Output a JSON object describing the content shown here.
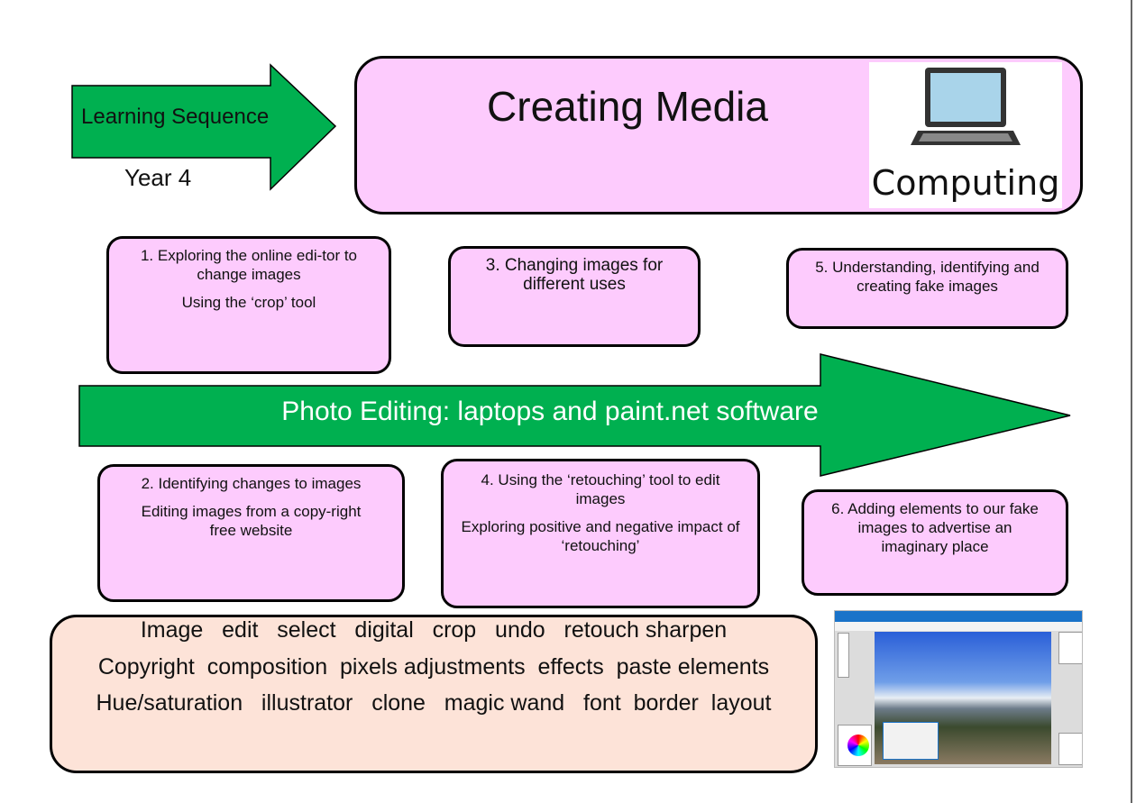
{
  "header": {
    "arrow_label": "Learning Sequence",
    "year": "Year 4",
    "title": "Creating Media",
    "logo_text": "Computing",
    "logo_icon": "laptop-icon"
  },
  "colors": {
    "green": "#00b050",
    "pink": "#fdcbfd",
    "peach": "#fde3d8"
  },
  "main_arrow": {
    "label": "Photo Editing: laptops and paint.net software"
  },
  "lessons": [
    {
      "lines": [
        "1.     Exploring the online     edi-tor to change images",
        "Using the ‘crop’ tool"
      ]
    },
    {
      "lines": [
        "2. Identifying changes to images",
        "Editing images from a copy-right free website"
      ]
    },
    {
      "lines": [
        "3. Changing images for different uses"
      ]
    },
    {
      "lines": [
        "4. Using the ‘retouching’ tool to edit images",
        "Exploring positive and negative impact of ‘retouching’"
      ]
    },
    {
      "lines": [
        "5. Understanding, identifying and creating fake images"
      ]
    },
    {
      "lines": [
        "6. Adding elements to our fake images to advertise an imaginary place"
      ]
    }
  ],
  "vocabulary": {
    "rows": [
      "Image   edit   select   digital   crop   undo   retouch sharpen",
      "Copyright  composition  pixels adjustments  effects  paste elements",
      "Hue/saturation   illustrator   clone   magic wand   font  border  layout"
    ]
  },
  "screenshot": {
    "description_icon": "paint-net-screenshot"
  }
}
